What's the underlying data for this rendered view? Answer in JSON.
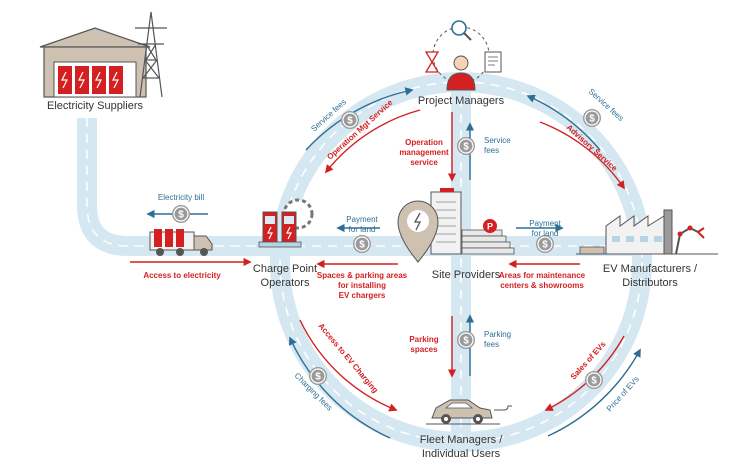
{
  "colors": {
    "road": "#d5e8f2",
    "dash": "#ffffff",
    "blue_flow": "#2d6f93",
    "red_flow": "#d42020",
    "coin": "#9a9a9a",
    "building": "#cfc1b2",
    "dark": "#555555"
  },
  "nodes": {
    "electricity_suppliers": "Electricity Suppliers",
    "project_managers": "Project Managers",
    "charge_point_operators": [
      "Charge Point",
      "Operators"
    ],
    "site_providers": "Site Providers",
    "ev_manufacturers": [
      "EV Manufacturers /",
      "Distributors"
    ],
    "fleet_managers": [
      "Fleet Managers /",
      "Individual Users"
    ]
  },
  "flows": {
    "electricity_bill": "Electricity bill",
    "access_to_electricity": "Access to electricity",
    "service_fees_left": "Service fees",
    "operation_mgt_service": "Operation Mgt Service",
    "service_fees_right": "Service fees",
    "advisory_service": "Advisory Service",
    "operation_management_service": [
      "Operation",
      "management",
      "service"
    ],
    "service_fees_center": [
      "Service",
      "fees"
    ],
    "payment_for_land_left": [
      "Payment",
      "for land"
    ],
    "spaces_parking": [
      "Spaces & parking areas",
      "for installing",
      "EV chargers"
    ],
    "payment_for_land_right": [
      "Payment",
      "for land"
    ],
    "areas_maintenance": [
      "Areas for maintenance",
      "centers & showrooms"
    ],
    "parking_spaces": [
      "Parking",
      "spaces"
    ],
    "parking_fees": [
      "Parking",
      "fees"
    ],
    "access_to_ev_charging": "Access to EV Charging",
    "charging_fees": "Charging fees",
    "sales_of_evs": "Sales of EVs",
    "price_of_evs": "Price of EVs"
  },
  "icons": {
    "electricity_suppliers": "power-plant-icon",
    "project_managers": "manager-with-tools-icon",
    "charge_point_operators": "charging-station-icon",
    "site_providers": "site-location-icon",
    "ev_manufacturers": "factory-icon",
    "fleet_managers": "car-icon",
    "money": "dollar-coin-icon",
    "truck": "battery-truck-icon"
  }
}
